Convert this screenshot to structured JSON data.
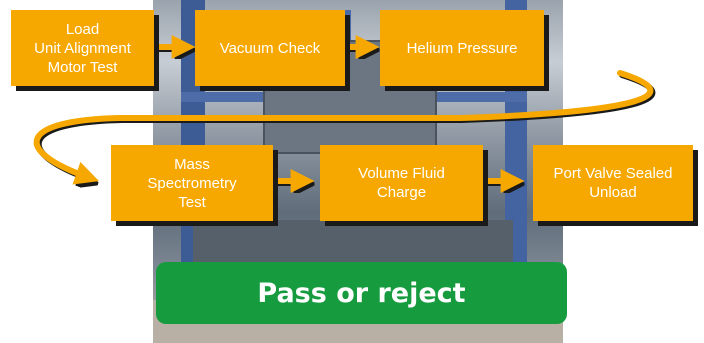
{
  "diagram": {
    "steps": [
      {
        "label": "Load\nUnit Alignment\nMotor Test"
      },
      {
        "label": "Vacuum Check"
      },
      {
        "label": "Helium Pressure"
      },
      {
        "label": "Mass\nSpectrometry\nTest"
      },
      {
        "label": "Volume Fluid\nCharge"
      },
      {
        "label": "Port Valve Sealed\nUnload"
      }
    ],
    "result": "Pass or reject",
    "colors": {
      "box": "#f7a800",
      "arrow": "#f7a800",
      "result": "#179b3f"
    }
  }
}
